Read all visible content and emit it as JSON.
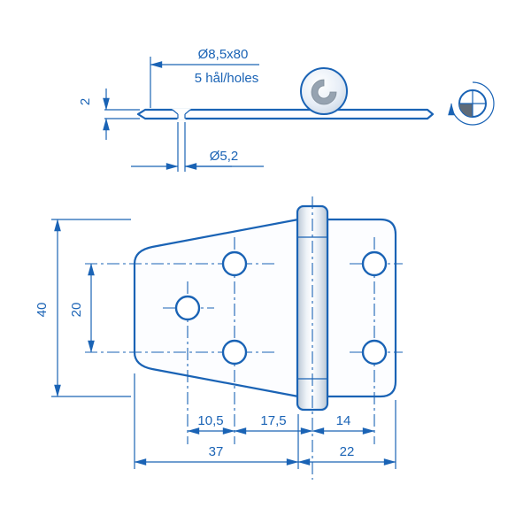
{
  "drawing": {
    "colors": {
      "line": "#1a63b5",
      "shade": "#96a3b1",
      "metal_light": "#eef3f8",
      "metal_dark": "#b9c6d4"
    },
    "side_view": {
      "countersink_spec": "Ø8,5x80",
      "holes_note": "5 hål/holes",
      "plate_thickness": "2",
      "hole_diameter": "Ø5,2"
    },
    "plan_view": {
      "overall_height": "40",
      "hole_spacing_vertical": "20",
      "hole_offset": "10,5",
      "holes_to_pin": "17,5",
      "pin_to_holes_right": "14",
      "left_leaf_width": "37",
      "right_leaf_width": "22"
    }
  }
}
